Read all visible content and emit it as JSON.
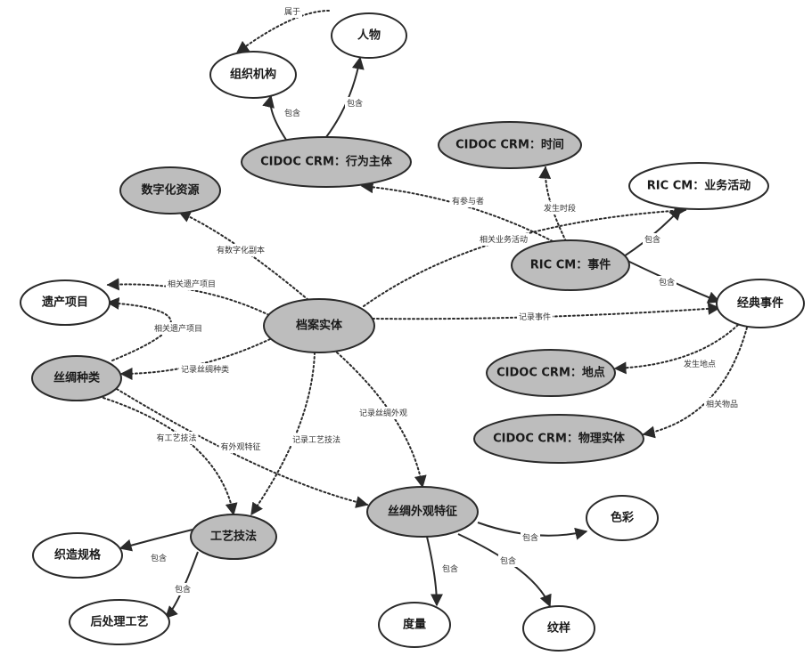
{
  "nodes": [
    {
      "id": "person",
      "label": "人物",
      "style": "white"
    },
    {
      "id": "org",
      "label": "组织机构",
      "style": "white"
    },
    {
      "id": "actor",
      "label": "CIDOC CRM：行为主体",
      "style": "gray"
    },
    {
      "id": "time",
      "label": "CIDOC CRM：时间",
      "style": "gray"
    },
    {
      "id": "activity",
      "label": "RIC CM：业务活动",
      "style": "white"
    },
    {
      "id": "digital",
      "label": "数字化资源",
      "style": "gray"
    },
    {
      "id": "event",
      "label": "RIC CM：事件",
      "style": "gray"
    },
    {
      "id": "heritage",
      "label": "遗产项目",
      "style": "white"
    },
    {
      "id": "record",
      "label": "档案实体",
      "style": "gray"
    },
    {
      "id": "classic",
      "label": "经典事件",
      "style": "white"
    },
    {
      "id": "place",
      "label": "CIDOC CRM：地点",
      "style": "gray"
    },
    {
      "id": "silktype",
      "label": "丝绸种类",
      "style": "gray"
    },
    {
      "id": "physical",
      "label": "CIDOC CRM：物理实体",
      "style": "gray"
    },
    {
      "id": "appearance",
      "label": "丝绸外观特征",
      "style": "gray"
    },
    {
      "id": "color",
      "label": "色彩",
      "style": "white"
    },
    {
      "id": "technique",
      "label": "工艺技法",
      "style": "gray"
    },
    {
      "id": "weaving",
      "label": "织造规格",
      "style": "white"
    },
    {
      "id": "postprocess",
      "label": "后处理工艺",
      "style": "white"
    },
    {
      "id": "measure",
      "label": "度量",
      "style": "white"
    },
    {
      "id": "pattern",
      "label": "纹样",
      "style": "white"
    }
  ],
  "edges": [
    {
      "id": "e-belongs",
      "from": "person",
      "to": "org",
      "label": "属于",
      "style": "dotted"
    },
    {
      "id": "e-actor-org",
      "from": "actor",
      "to": "org",
      "label": "包含",
      "style": "solid"
    },
    {
      "id": "e-actor-person",
      "from": "actor",
      "to": "person",
      "label": "包含",
      "style": "solid"
    },
    {
      "id": "e-participant",
      "from": "event",
      "to": "actor",
      "label": "有参与者",
      "style": "dotted"
    },
    {
      "id": "e-occur-time",
      "from": "event",
      "to": "time",
      "label": "发生时段",
      "style": "dotted"
    },
    {
      "id": "e-event-activity",
      "from": "event",
      "to": "activity",
      "label": "包含",
      "style": "solid"
    },
    {
      "id": "e-event-classic",
      "from": "event",
      "to": "classic",
      "label": "包含",
      "style": "solid"
    },
    {
      "id": "e-rel-activity",
      "from": "record",
      "to": "activity",
      "label": "相关业务活动",
      "style": "dotted"
    },
    {
      "id": "e-digital",
      "from": "record",
      "to": "digital",
      "label": "有数字化副本",
      "style": "dotted"
    },
    {
      "id": "e-rec-heritage",
      "from": "record",
      "to": "heritage",
      "label": "相关遗产项目",
      "style": "dotted"
    },
    {
      "id": "e-silk-heritage",
      "from": "silktype",
      "to": "heritage",
      "label": "相关遗产项目",
      "style": "dotted"
    },
    {
      "id": "e-rec-event",
      "from": "record",
      "to": "classic",
      "label": "记录事件",
      "style": "dotted"
    },
    {
      "id": "e-rec-silktype",
      "from": "record",
      "to": "silktype",
      "label": "记录丝绸种类",
      "style": "dotted"
    },
    {
      "id": "e-classic-place",
      "from": "classic",
      "to": "place",
      "label": "发生地点",
      "style": "dotted"
    },
    {
      "id": "e-classic-physical",
      "from": "classic",
      "to": "physical",
      "label": "相关物品",
      "style": "dotted"
    },
    {
      "id": "e-rec-appearance",
      "from": "record",
      "to": "appearance",
      "label": "记录丝绸外观",
      "style": "dotted"
    },
    {
      "id": "e-rec-technique",
      "from": "record",
      "to": "technique",
      "label": "记录工艺技法",
      "style": "dotted"
    },
    {
      "id": "e-silk-technique",
      "from": "silktype",
      "to": "technique",
      "label": "有工艺技法",
      "style": "dotted"
    },
    {
      "id": "e-silk-appearance",
      "from": "silktype",
      "to": "appearance",
      "label": "有外观特征",
      "style": "dotted"
    },
    {
      "id": "e-app-color",
      "from": "appearance",
      "to": "color",
      "label": "包含",
      "style": "solid"
    },
    {
      "id": "e-app-measure",
      "from": "appearance",
      "to": "measure",
      "label": "包含",
      "style": "solid"
    },
    {
      "id": "e-app-pattern",
      "from": "appearance",
      "to": "pattern",
      "label": "包含",
      "style": "solid"
    },
    {
      "id": "e-tech-weaving",
      "from": "technique",
      "to": "weaving",
      "label": "包含",
      "style": "solid"
    },
    {
      "id": "e-tech-post",
      "from": "technique",
      "to": "postprocess",
      "label": "包含",
      "style": "solid"
    }
  ]
}
